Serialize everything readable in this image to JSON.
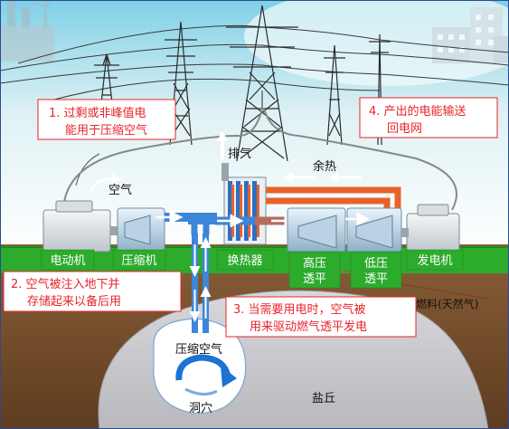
{
  "callouts": {
    "step1": [
      "1. 过剩或非峰值电",
      "能用于压缩空气"
    ],
    "step2": [
      "2. 空气被注入地下并",
      "存储起来以备后用"
    ],
    "step3": [
      "3. 当需要用电时，空气被",
      "用来驱动燃气透平发电"
    ],
    "step4": [
      "4. 产出的电能输送",
      "回电网"
    ]
  },
  "labels": {
    "exhaust": "排气",
    "air": "空气",
    "waste_heat": "余热",
    "motor": "电动机",
    "compressor": "压缩机",
    "heat_exchanger": "换热器",
    "hp_turbine": [
      "高压",
      "透平"
    ],
    "lp_turbine": [
      "低压",
      "透平"
    ],
    "generator": "发电机",
    "fuel": "燃料(天然气)",
    "compressed_air": "压缩空气",
    "cavern": "洞穴",
    "salt_dome": "盐丘"
  },
  "colors": {
    "callout_text": "#e8242b",
    "callout_border": "#e8242b",
    "label_green": "#1ea51e",
    "ground_green": "#2cab2c",
    "soil": "#7a5230",
    "cavern": "#ffffff",
    "salt": "#c9c9cc",
    "air_blue": "#1c73d4",
    "hot_orange": "#e8622a"
  }
}
